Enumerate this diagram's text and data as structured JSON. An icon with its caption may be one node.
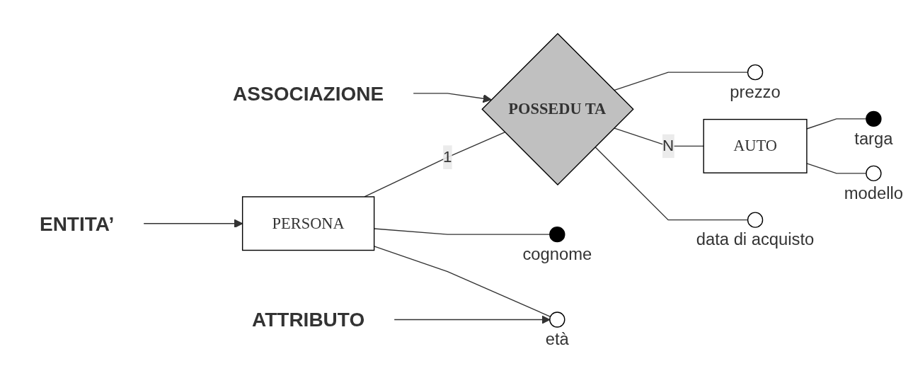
{
  "diagram": {
    "nodes": [
      {
        "text": [
          "ENTITA’"
        ]
      },
      {
        "text": [
          "ASSOCIAZIONE"
        ]
      },
      {
        "text": [],
        "shape": "circle",
        "beside": [
          "prezzo"
        ]
      },
      {
        "text": [
          "PERSONA"
        ]
      },
      {
        "text": [
          "POSSEDU TA"
        ]
      },
      {
        "text": [
          "AUTO"
        ]
      },
      {
        "text": [],
        "shape": "circle",
        "beside": [
          "cognome"
        ]
      },
      {
        "text": [],
        "shape": "circle",
        "beside": [
          "data di acquisto"
        ]
      },
      {
        "text": [],
        "shape": "circle",
        "beside": [
          "targa"
        ]
      },
      {
        "text": [],
        "shape": "circle",
        "beside": [
          "età"
        ]
      },
      {
        "text": [
          "ATTRIBUTO"
        ]
      },
      {
        "text": [],
        "shape": "circle",
        "beside": [
          "modello"
        ]
      }
    ],
    "edges": [
      {
        "from": 0,
        "to": 3,
        "arrow": "to"
      },
      {
        "from": 1,
        "to": 4,
        "arrow": "to"
      },
      {
        "from": 4,
        "to": 2,
        "arrow": "none"
      },
      {
        "from": 3,
        "to": 4,
        "arrow": "none",
        "label": "1"
      },
      {
        "from": 4,
        "to": 5,
        "arrow": "none",
        "label": "N"
      },
      {
        "from": 3,
        "to": 6,
        "arrow": "none"
      },
      {
        "from": 4,
        "to": 7,
        "arrow": "none"
      },
      {
        "from": 5,
        "to": 8,
        "arrow": "none"
      },
      {
        "from": 3,
        "to": 9,
        "arrow": "none"
      },
      {
        "from": 10,
        "to": 9,
        "arrow": "to"
      },
      {
        "from": 5,
        "to": 11,
        "arrow": "none"
      }
    ]
  }
}
